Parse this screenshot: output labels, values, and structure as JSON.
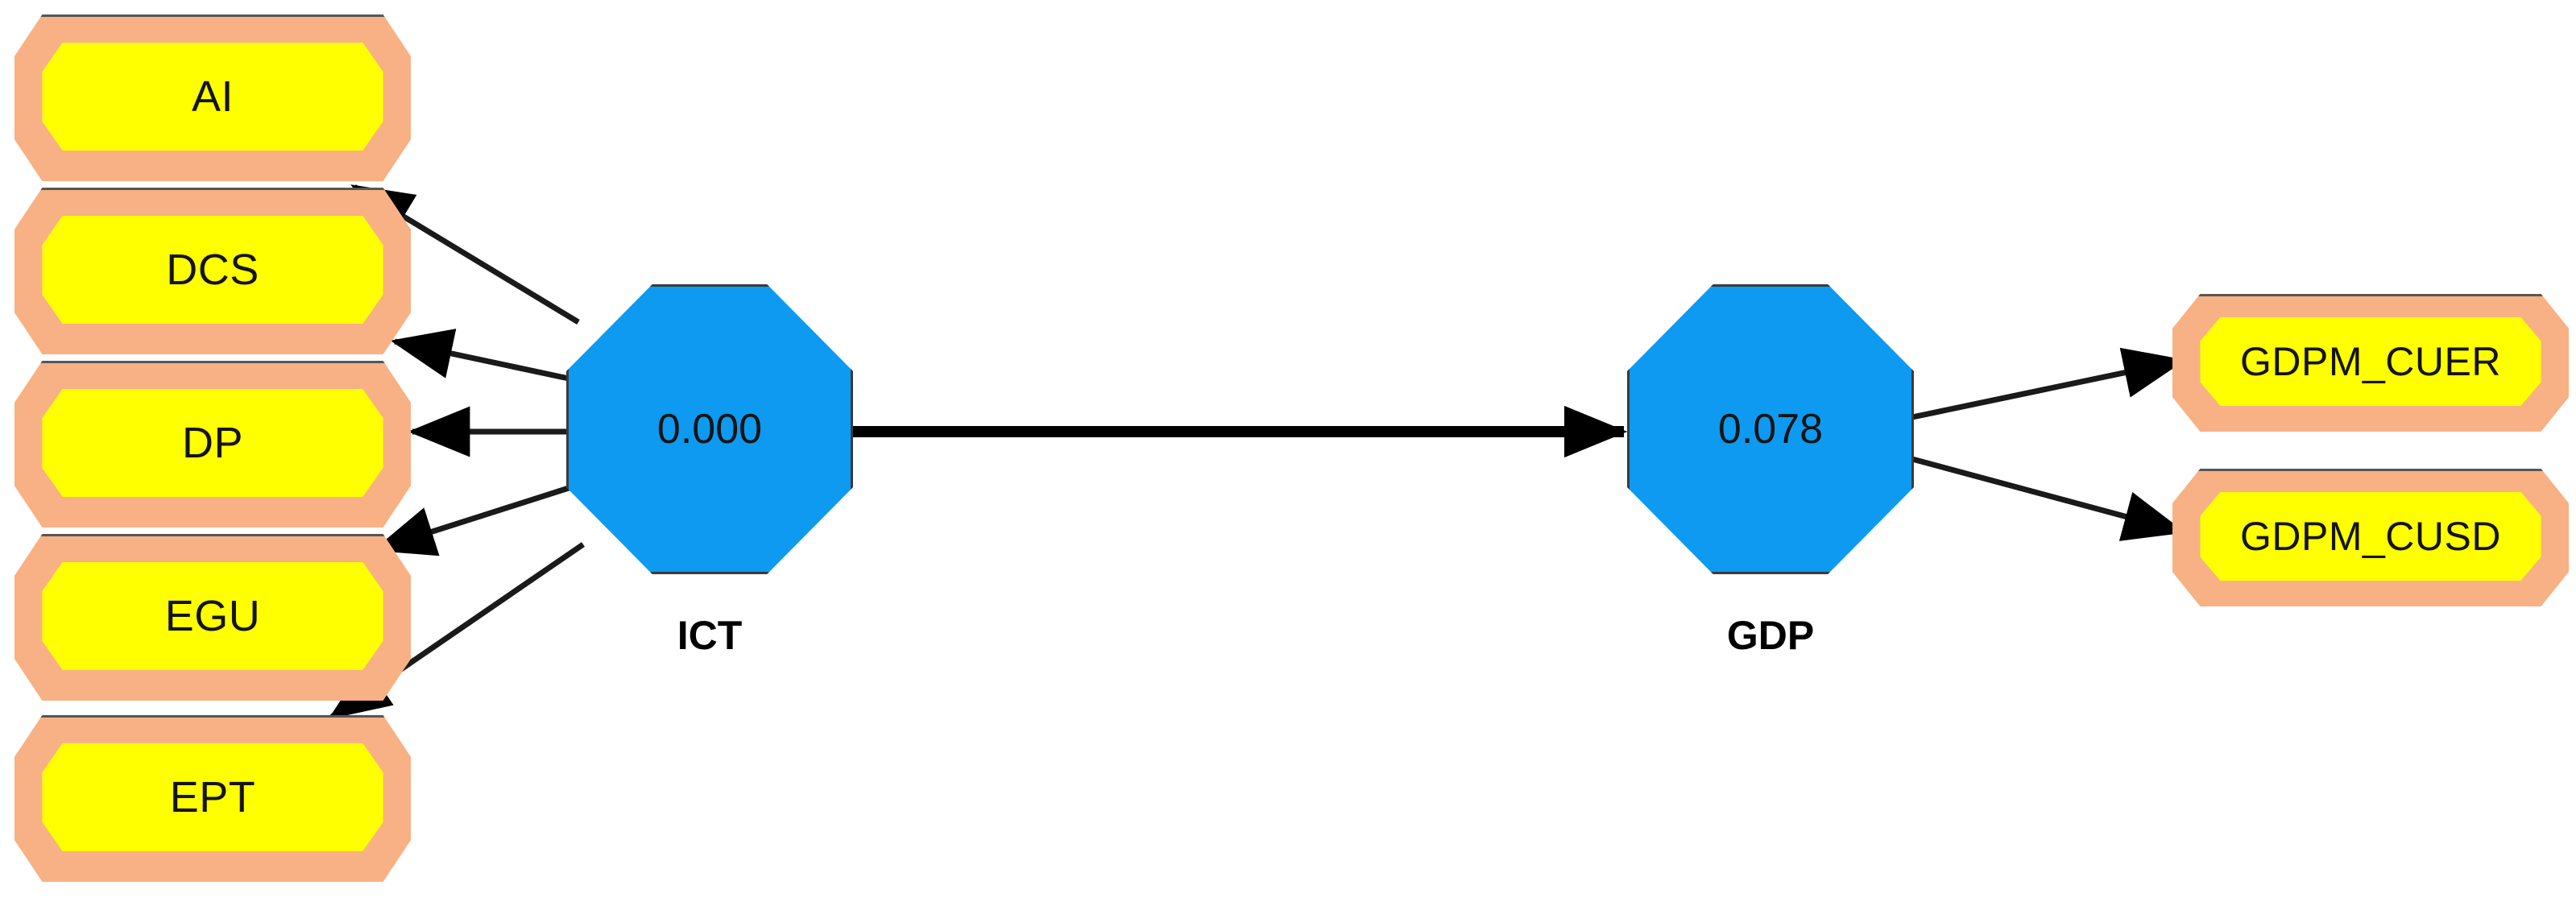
{
  "diagram": {
    "type": "sem-path-diagram",
    "background_color": "#FFFFFF",
    "colors": {
      "indicator_outer": "#F8B184",
      "indicator_inner": "#FFFF00",
      "construct_fill": "#0D9AF0",
      "edge": "#000000",
      "text": "#141414"
    },
    "constructs": [
      {
        "id": "ict",
        "name": "ICT",
        "value": "0.000"
      },
      {
        "id": "gdp",
        "name": "GDP",
        "value": "0.078"
      }
    ],
    "indicators_left": [
      {
        "id": "ai",
        "label": "AI"
      },
      {
        "id": "dcs",
        "label": "DCS"
      },
      {
        "id": "dp",
        "label": "DP"
      },
      {
        "id": "egu",
        "label": "EGU"
      },
      {
        "id": "ept",
        "label": "EPT"
      }
    ],
    "indicators_right": [
      {
        "id": "gdpm_cuer",
        "label": "GDPM_CUER"
      },
      {
        "id": "gdpm_cusd",
        "label": "GDPM_CUSD"
      }
    ],
    "edges": [
      {
        "from": "ict",
        "to": "ai",
        "kind": "loading"
      },
      {
        "from": "ict",
        "to": "dcs",
        "kind": "loading"
      },
      {
        "from": "ict",
        "to": "dp",
        "kind": "loading"
      },
      {
        "from": "ict",
        "to": "egu",
        "kind": "loading"
      },
      {
        "from": "ict",
        "to": "ept",
        "kind": "loading"
      },
      {
        "from": "ict",
        "to": "gdp",
        "kind": "structural"
      },
      {
        "from": "gdp",
        "to": "gdpm_cuer",
        "kind": "loading"
      },
      {
        "from": "gdp",
        "to": "gdpm_cusd",
        "kind": "loading"
      }
    ]
  }
}
